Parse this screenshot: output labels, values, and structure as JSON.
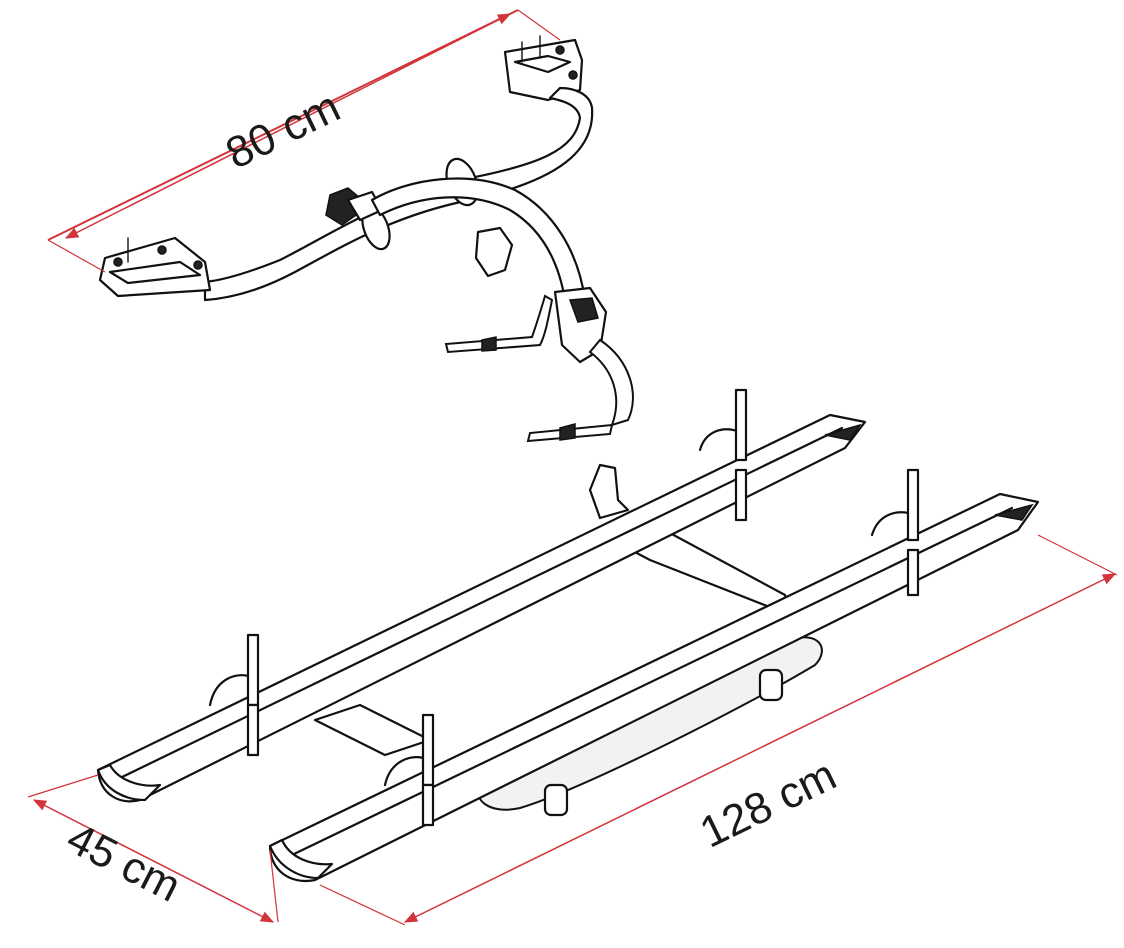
{
  "diagram": {
    "dimensions": [
      {
        "id": "width-top",
        "label": "80 cm"
      },
      {
        "id": "depth",
        "label": "45 cm"
      },
      {
        "id": "length",
        "label": "128 cm"
      }
    ],
    "colors": {
      "dimension_line": "#d1343a",
      "outline": "#111111",
      "background": "#ffffff"
    }
  }
}
